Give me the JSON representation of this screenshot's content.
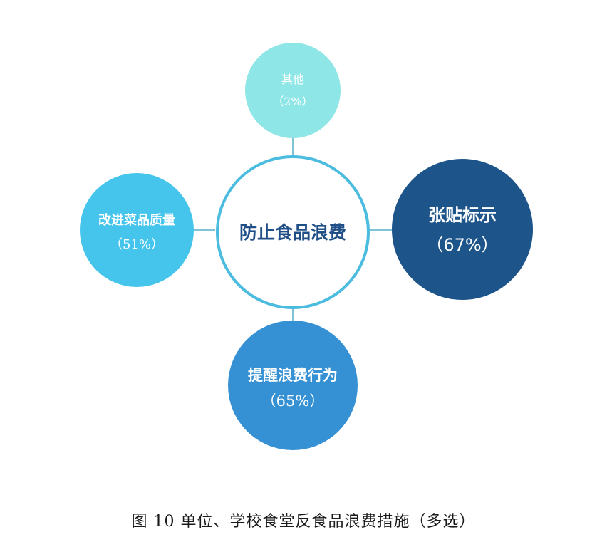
{
  "diagram": {
    "center": {
      "label": "防止食品浪费",
      "fill": "#ffffff",
      "stroke": "#4bbcdf",
      "text_color": "#1f4f86"
    },
    "nodes": [
      {
        "key": "top",
        "name": "其他",
        "percent": "（2%）",
        "value": 2,
        "fill": "#8ee6e6",
        "text_color": "#ffffff"
      },
      {
        "key": "left",
        "name": "改进菜品质量",
        "percent": "（51%）",
        "value": 51,
        "fill": "#46c5ec",
        "text_color": "#ffffff"
      },
      {
        "key": "right",
        "name": "张贴标示",
        "percent": "（67%）",
        "value": 67,
        "fill": "#1d558a",
        "text_color": "#ffffff"
      },
      {
        "key": "bottom",
        "name": "提醒浪费行为",
        "percent": "（65%）",
        "value": 65,
        "fill": "#3591d3",
        "text_color": "#ffffff"
      }
    ],
    "connector_color": "#7fc3d6"
  },
  "caption": "图 10  单位、学校食堂反食品浪费措施（多选）"
}
